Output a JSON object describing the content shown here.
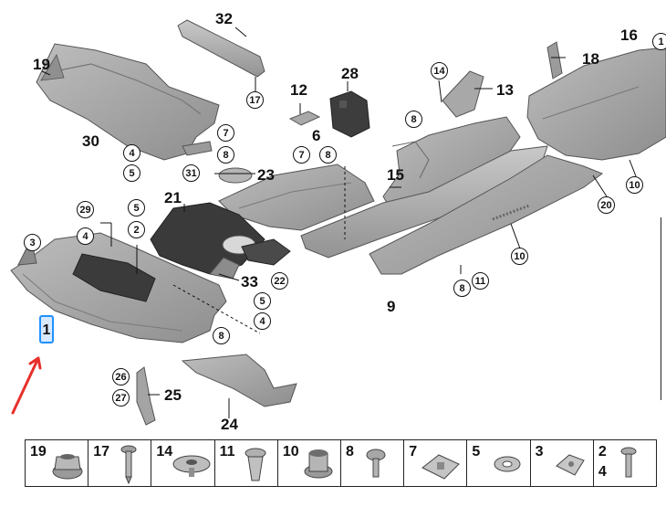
{
  "callouts": {
    "c32": "32",
    "c16": "16",
    "c19": "19",
    "c18": "18",
    "c28": "28",
    "c14": "14",
    "c13": "13",
    "c12": "12",
    "c30": "30",
    "c6": "6",
    "c15": "15",
    "c23": "23",
    "c21": "21",
    "c3": "3",
    "c33": "33",
    "c9": "9",
    "c25": "25",
    "c24": "24",
    "c1": "1"
  },
  "circles": {
    "k17": "17",
    "k7a": "7",
    "k8a": "8",
    "k4a": "4",
    "k5a": "5",
    "k31": "31",
    "k14": "14",
    "k8b": "8",
    "k7b": "7",
    "k8c": "8",
    "k29": "29",
    "k4b": "4",
    "k5b": "5",
    "k2": "2",
    "k22": "22",
    "k5c": "5",
    "k4c": "4",
    "k8d": "8",
    "k26": "26",
    "k27": "27",
    "k20": "20",
    "k10a": "10",
    "k10b": "10",
    "k11": "11",
    "k8e": "8",
    "k1top": "1"
  },
  "legend": [
    {
      "num": "19",
      "icon": "flange-nut-icon"
    },
    {
      "num": "17",
      "icon": "screw-icon"
    },
    {
      "num": "14",
      "icon": "washer-clip-icon"
    },
    {
      "num": "11",
      "icon": "expanding-rivet-icon"
    },
    {
      "num": "10",
      "icon": "collar-nut-icon"
    },
    {
      "num": "8",
      "icon": "hex-bolt-icon"
    },
    {
      "num": "7",
      "icon": "spring-nut-icon"
    },
    {
      "num": "5",
      "icon": "flat-washer-icon"
    },
    {
      "num": "3",
      "icon": "clip-nut-icon"
    },
    {
      "num": "2",
      "num2": "4",
      "icon": "torx-bolt-icon"
    }
  ],
  "colors": {
    "part_fill": "#a6a6a6",
    "part_dark": "#6f6f6f",
    "part_light": "#c8c8c8",
    "felt": "#3c3c3c",
    "highlight": "#1e90ff",
    "arrow": "#e8302a"
  }
}
